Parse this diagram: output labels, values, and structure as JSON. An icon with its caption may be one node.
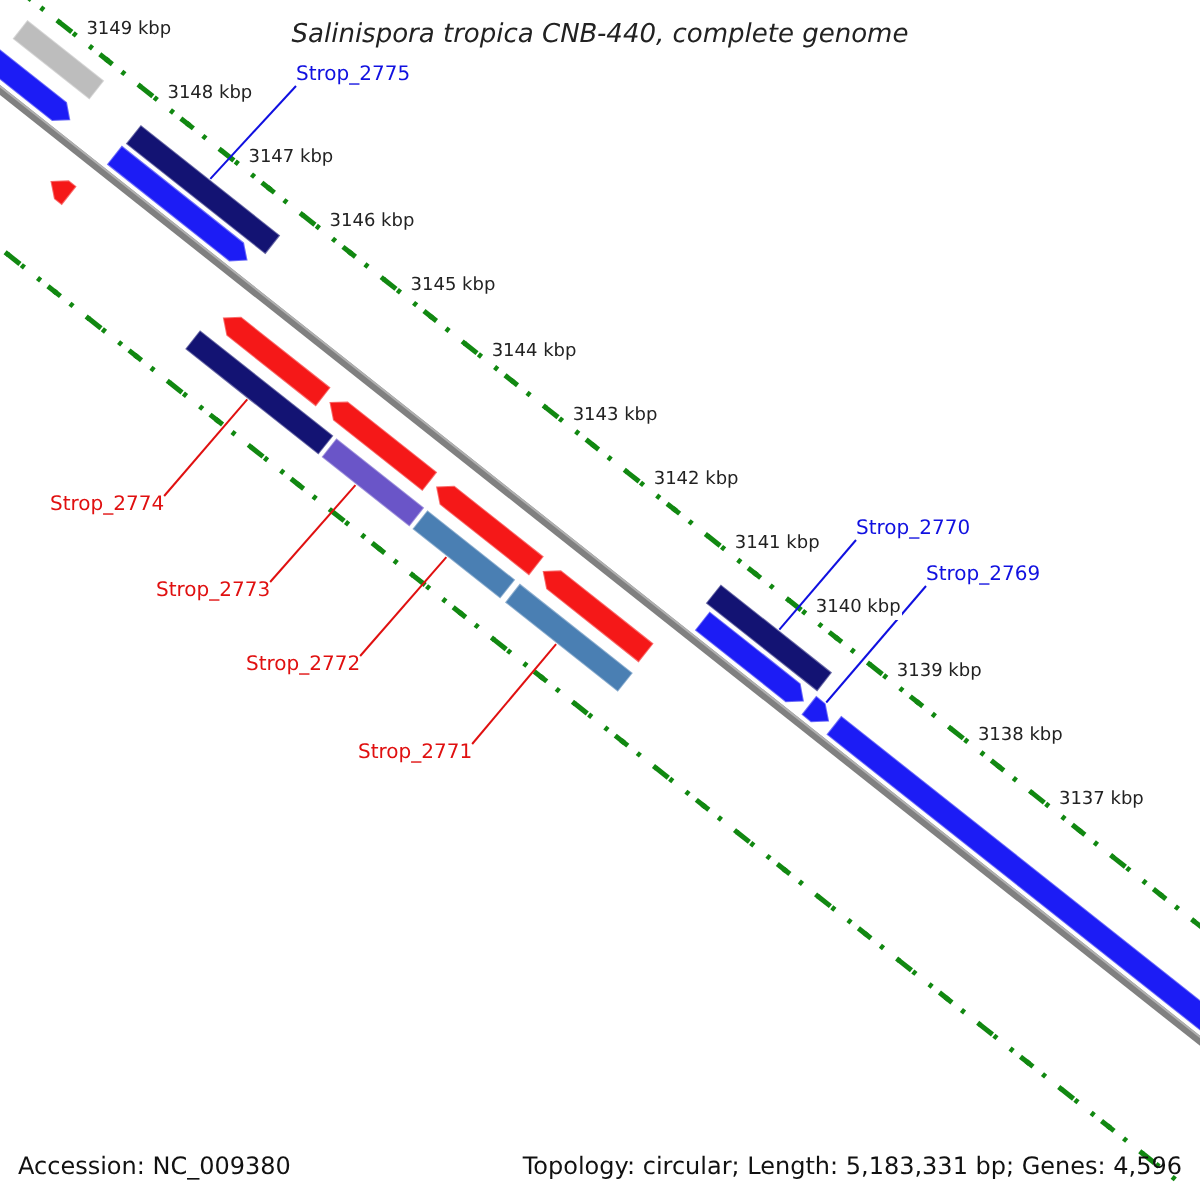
{
  "diagram": {
    "title": "Salinispora tropica CNB-440, complete genome",
    "nodes": [
      {
        "text": [
          "Strop_2775"
        ]
      },
      {
        "text": [],
        "shape": "bar"
      },
      {
        "text": [
          "Strop_2774"
        ]
      },
      {
        "text": [],
        "shape": "bar"
      },
      {
        "text": [
          "Strop_2773"
        ]
      },
      {
        "text": [],
        "shape": "bar"
      },
      {
        "text": [
          "Strop_2772"
        ]
      },
      {
        "text": [],
        "shape": "bar"
      },
      {
        "text": [
          "Strop_2771"
        ]
      },
      {
        "text": [],
        "shape": "bar"
      },
      {
        "text": [
          "Strop_2770"
        ]
      },
      {
        "text": [],
        "shape": "bar"
      },
      {
        "text": [
          "Strop_2769"
        ]
      },
      {
        "text": [],
        "shape": "bar"
      }
    ],
    "edges": [
      {
        "from": 0,
        "to": 1,
        "arrow": "none",
        "color": "#1010e0"
      },
      {
        "from": 2,
        "to": 3,
        "arrow": "none"
      },
      {
        "from": 4,
        "to": 5,
        "arrow": "none"
      },
      {
        "from": 6,
        "to": 7,
        "arrow": "none"
      },
      {
        "from": 8,
        "to": 9,
        "arrow": "none"
      },
      {
        "from": 10,
        "to": 11,
        "arrow": "none",
        "color": "#1010e0"
      },
      {
        "from": 12,
        "to": 13,
        "arrow": "none",
        "color": "#1010e0"
      }
    ],
    "labels": [
      "3149 kbp",
      "3148 kbp",
      "3147 kbp",
      "3146 kbp",
      "3145 kbp",
      "3144 kbp",
      "3143 kbp",
      "3142 kbp",
      "3141 kbp",
      "3140 kbp",
      "3139 kbp",
      "3138 kbp",
      "3137 kbp",
      "Accession: NC_009380",
      "Topology: circular; Length: 5,183,331 bp; Genes: 4,596"
    ]
  }
}
